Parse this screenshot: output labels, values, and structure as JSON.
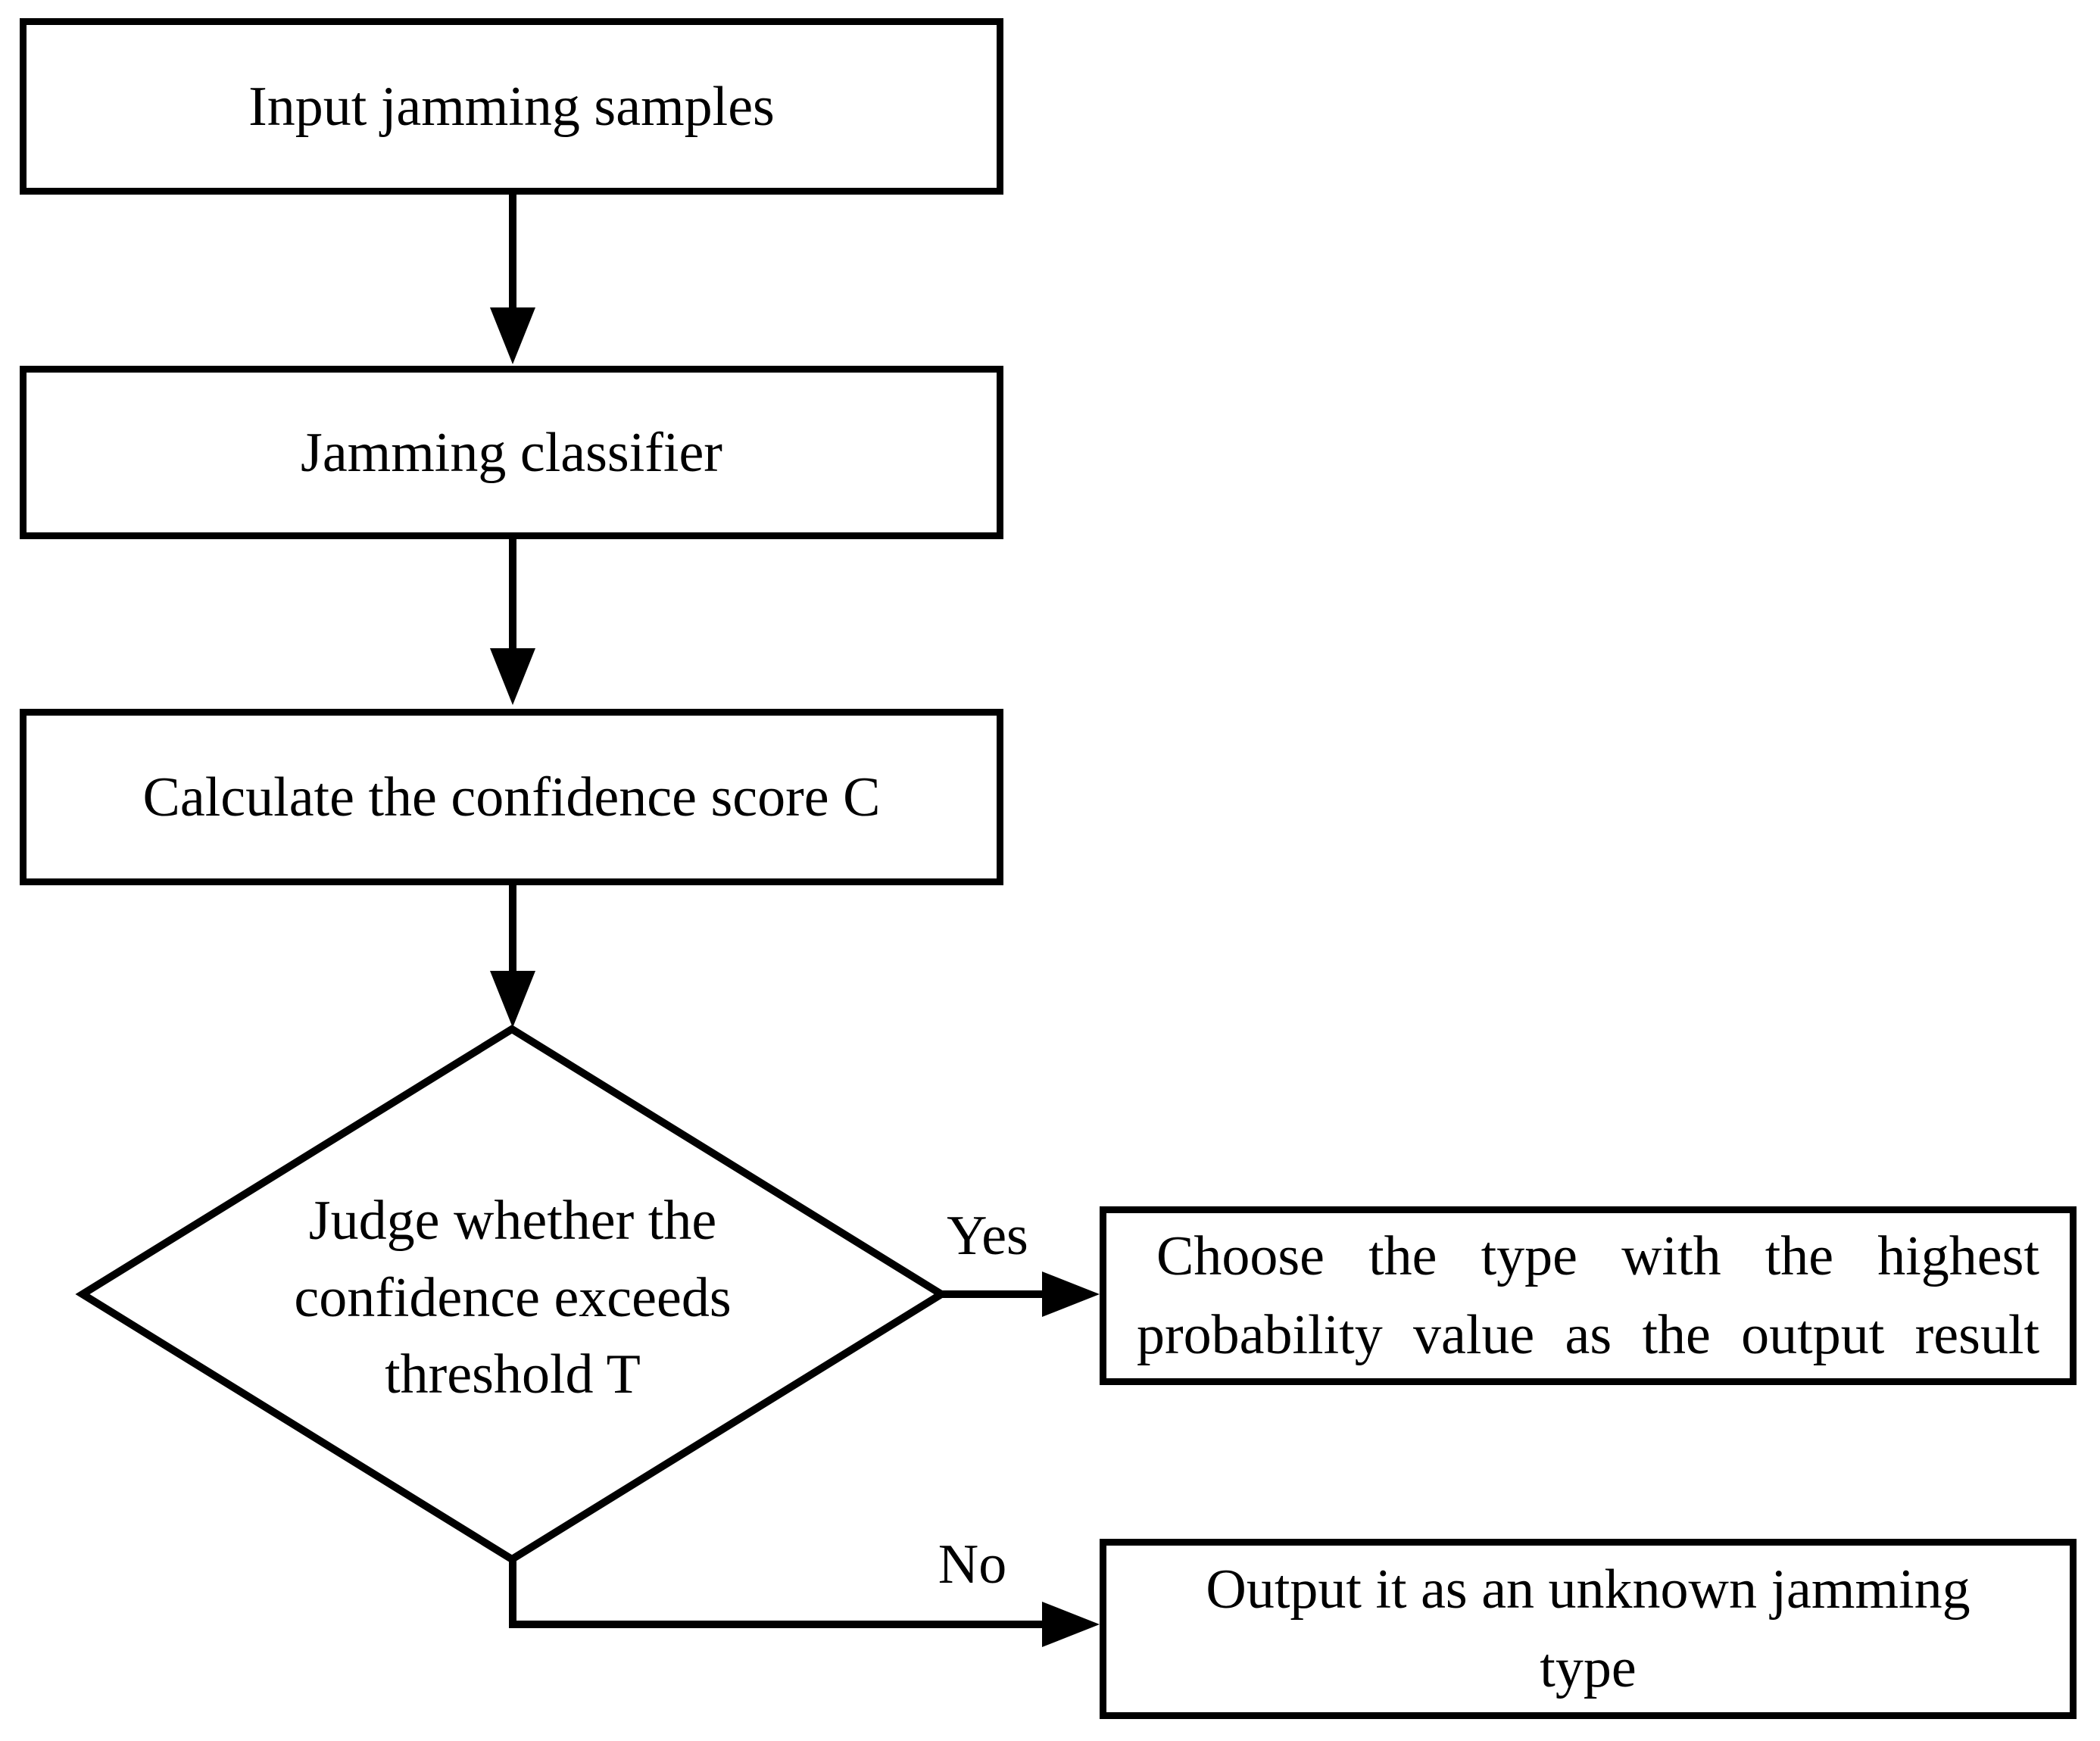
{
  "figure": {
    "type": "flowchart",
    "background_color": "#ffffff",
    "ink_color": "#000000"
  },
  "nodes": {
    "input": {
      "shape": "rect",
      "label": "Input jamming samples"
    },
    "classifier": {
      "shape": "rect",
      "label": "Jamming classifier"
    },
    "confidence": {
      "shape": "rect",
      "label": "Calculate the confidence score C"
    },
    "decision": {
      "shape": "diamond",
      "lines": [
        "Judge whether the",
        "confidence exceeds",
        "threshold T"
      ]
    },
    "yes_result": {
      "shape": "rect",
      "lines": [
        "Choose the type with the highest",
        "probability value as the output result"
      ]
    },
    "no_result": {
      "shape": "rect",
      "lines": [
        "Output it as an unknown jamming",
        "type"
      ]
    }
  },
  "edges": {
    "input_to_classifier": {
      "from": "input",
      "to": "classifier",
      "label": ""
    },
    "classifier_to_confidence": {
      "from": "classifier",
      "to": "confidence",
      "label": ""
    },
    "confidence_to_decision": {
      "from": "confidence",
      "to": "decision",
      "label": ""
    },
    "decision_yes": {
      "from": "decision",
      "to": "yes_result",
      "label": "Yes"
    },
    "decision_no": {
      "from": "decision",
      "to": "no_result",
      "label": "No"
    }
  }
}
